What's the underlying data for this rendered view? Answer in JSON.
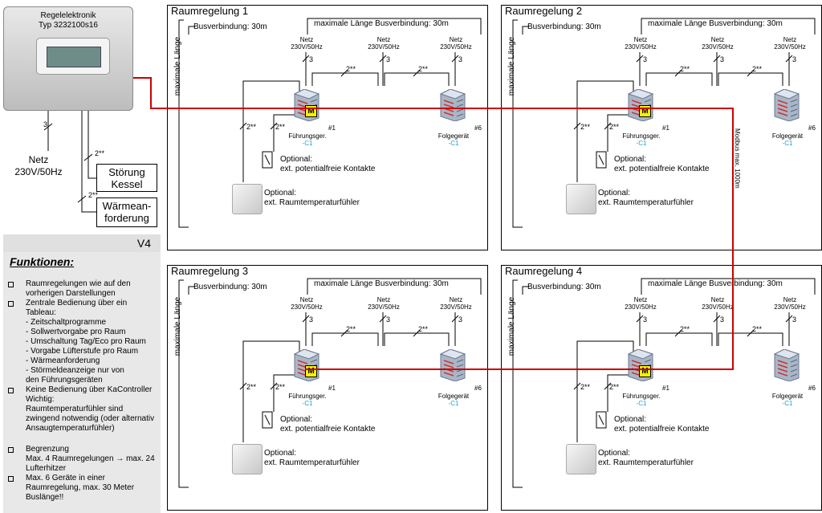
{
  "controller": {
    "title_line1": "Regelelektronik",
    "title_line2": "Typ 3232100s16",
    "power_label": "Netz\n230V/50Hz",
    "power_count": "3"
  },
  "outputs": [
    {
      "count": "2**",
      "label": "Störung\nKessel"
    },
    {
      "count": "2**",
      "label": "Wärmean-\nforderung"
    }
  ],
  "version": "V4",
  "functions": {
    "heading": "Funktionen:",
    "items": [
      {
        "type": "bullet",
        "text": "Raumregelungen wie auf den"
      },
      {
        "type": "cont",
        "text": "vorherigen Darstellungen"
      },
      {
        "type": "bullet",
        "text": "Zentrale Bedienung über ein"
      },
      {
        "type": "cont",
        "text": "Tableau:"
      },
      {
        "type": "cont",
        "text": "- Zeitschaltprogramme"
      },
      {
        "type": "cont",
        "text": "- Sollwertvorgabe pro Raum"
      },
      {
        "type": "cont",
        "text": "- Umschaltung Tag/Eco pro Raum"
      },
      {
        "type": "cont",
        "text": "- Vorgabe Lüfterstufe pro Raum"
      },
      {
        "type": "cont",
        "text": "- Wärmeanforderung"
      },
      {
        "type": "cont",
        "text": "- Störmeldeanzeige nur von"
      },
      {
        "type": "cont",
        "text": "  den Führungsgeräten"
      },
      {
        "type": "bullet",
        "text": "Keine Bedienung über KaController"
      },
      {
        "type": "cont",
        "text": "Wichtig:"
      },
      {
        "type": "cont",
        "text": "Raumtemperaturfühler sind"
      },
      {
        "type": "cont",
        "text": "zwingend notwendig (oder alternativ"
      },
      {
        "type": "cont",
        "text": "Ansaugtemperaturfühler)"
      },
      {
        "type": "gap",
        "text": ""
      },
      {
        "type": "bullet",
        "text": "Begrenzung"
      },
      {
        "type": "cont",
        "text": "Max. 4 Raumregelungen → max. 24"
      },
      {
        "type": "cont",
        "text": "Lufterhitzer"
      },
      {
        "type": "bullet",
        "text": "Max. 6 Geräte in einer"
      },
      {
        "type": "cont",
        "text": "Raumregelung, max. 30 Meter"
      },
      {
        "type": "cont",
        "text": "Buslänge!!"
      }
    ]
  },
  "panels": [
    {
      "title": "Raumregelung 1"
    },
    {
      "title": "Raumregelung 2"
    },
    {
      "title": "Raumregelung 3"
    },
    {
      "title": "Raumregelung 4"
    }
  ],
  "panel_labels": {
    "bus": "Busverbindung: 30m",
    "max_bus": "maximale Länge Busverbindung: 30m",
    "max_len": "maximale Länge",
    "netz": "Netz\n230V/50Hz",
    "three": "3",
    "two": "2**",
    "leader": "Führungsger.",
    "leader_no": "#1",
    "follower": "Folgegerät",
    "follower_no": "#6",
    "c1": "-C1",
    "m": "M",
    "opt_contacts": "Optional:\next. potentialfreie Kontakte",
    "opt_sensor": "Optional:\next. Raumtemperaturfühler"
  },
  "modbus_label": "Modbus max. 1000m",
  "colors": {
    "modbus": "#cc0000",
    "accent": "#1a9fd0",
    "motor": "#f5f000"
  }
}
